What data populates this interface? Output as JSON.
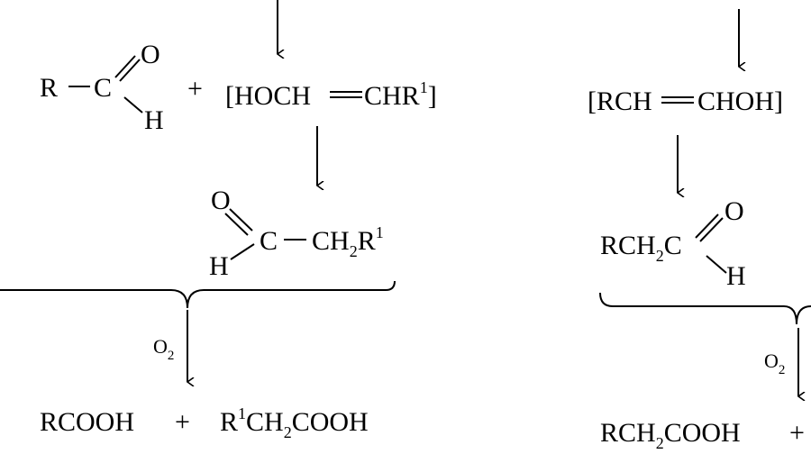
{
  "colors": {
    "ink": "#000000",
    "paper": "#ffffff"
  },
  "left_scheme": {
    "aldehyde": {
      "r": "R",
      "c": "C",
      "o": "O",
      "h": "H"
    },
    "plus": "+",
    "enol": {
      "open": "[HOCH",
      "close": "CHR",
      "sup": "1",
      "end": "]"
    },
    "product_aldehyde": {
      "o": "O",
      "c": "C",
      "h": "H",
      "group": "CH",
      "sub": "2",
      "r": "R",
      "sup": "1"
    },
    "oxidant": {
      "text": "O",
      "sub": "2"
    },
    "final": {
      "acid1": "RCOOH",
      "plus": "+",
      "acid2_r": "R",
      "acid2_sup": "1",
      "acid2_ch": "CH",
      "acid2_sub": "2",
      "acid2_tail": "COOH"
    }
  },
  "right_scheme": {
    "enol": {
      "open": "[RCH",
      "close": "CHOH]"
    },
    "aldehyde": {
      "group": "RCH",
      "sub": "2",
      "c": "C",
      "o": "O",
      "h": "H"
    },
    "oxidant": {
      "text": "O",
      "sub": "2"
    },
    "final": {
      "acid_rch": "RCH",
      "acid_sub": "2",
      "acid_tail": "COOH",
      "plus": "+"
    }
  }
}
